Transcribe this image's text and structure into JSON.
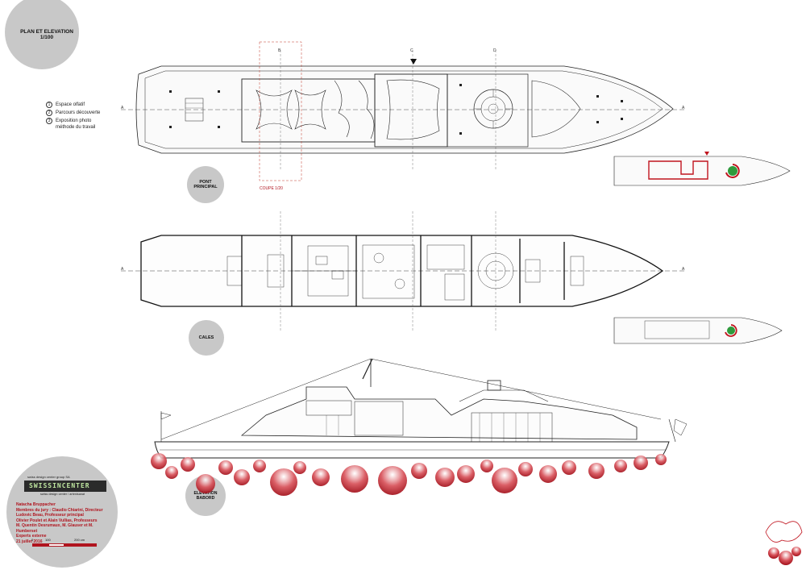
{
  "title": "PLAN ET ELEVATION 1/100",
  "legend": [
    {
      "num": "1",
      "text": "Espace olfatif"
    },
    {
      "num": "2",
      "text": "Parcours découverte"
    },
    {
      "num": "3",
      "text": "Exposition photo\nméthode du travail"
    }
  ],
  "labels": {
    "pont_principal": "PONT PRINCIPAL",
    "cales": "CALES",
    "elevation": "ELEVATION BABORD",
    "coupe": "COUPE 1/20"
  },
  "grid_marks": {
    "a": "A",
    "b": "B",
    "c": "C",
    "d": "D"
  },
  "title_block": {
    "company_small": "swiss design center group SA",
    "logo_text": "SWISSINCENTER",
    "company_sub": "swiss design center / artenisanat",
    "student": "Natacha Bruppacher",
    "jury_line": "Membres du jury : Claudio Chiarini, Directeur",
    "prof1": "Ludovic Beau, Professeur principal",
    "prof2": "Olivier Poulet et Alain Vullias, Professeurs",
    "experts1": "M. Quentin Desrumaux, M. Glauser et M. Humberset",
    "experts_label": "Experts externe",
    "date": "21 juillet 2016",
    "scale_0": "0",
    "scale_mid": "100",
    "scale_end": "200 cm"
  },
  "colors": {
    "circle_grey": "#c8c8c8",
    "accent_red": "#b0141e",
    "green": "#2e9a3c"
  }
}
